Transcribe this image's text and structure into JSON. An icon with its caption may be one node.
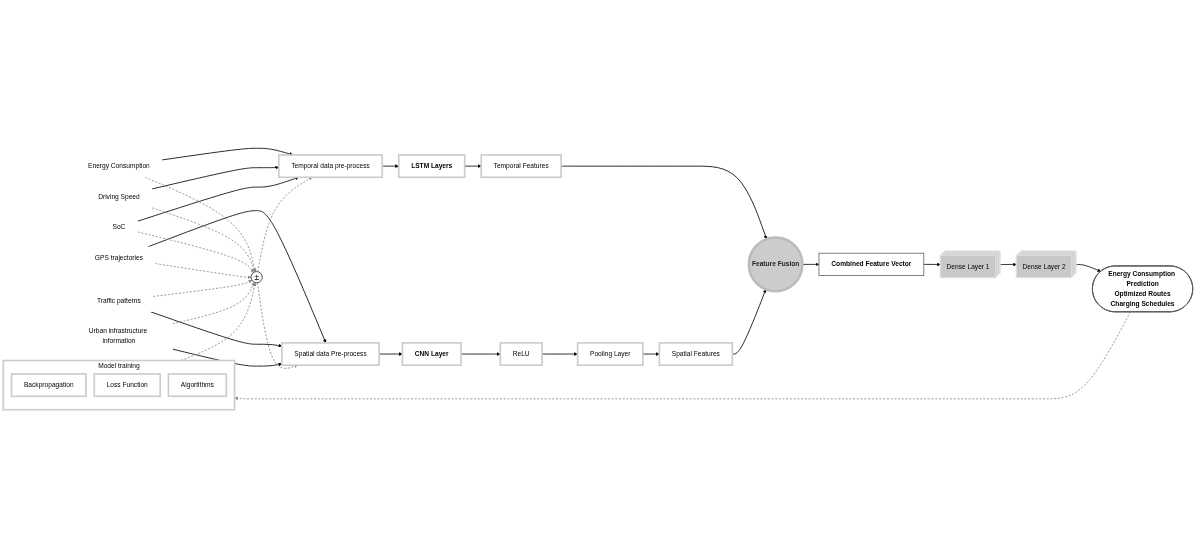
{
  "diagram": {
    "nodes": [
      {
        "text": [
          "Feature Fusion"
        ]
      },
      {
        "text": [
          "Combined Feature Vector"
        ]
      },
      {
        "text": [
          "Dense Layer 1"
        ]
      },
      {
        "text": [
          "Dense Layer 2"
        ]
      },
      {
        "text": [
          "Energy Consumption Prediction",
          "Optimized Routes",
          "Charging Schedules"
        ]
      },
      {
        "text": [
          "Model training"
        ]
      },
      {
        "text": [
          "Backpropagation"
        ],
        "in": 5
      },
      {
        "text": [
          "Loss Function"
        ],
        "in": 5
      },
      {
        "text": [
          "Algortithms"
        ],
        "in": 5
      },
      {
        "text": [
          "Temporal Features"
        ]
      },
      {
        "text": [
          "LSTM Layers"
        ]
      },
      {
        "text": [
          "Temporal data pre-process"
        ]
      },
      {
        "text": [
          "Energy Consumption"
        ]
      },
      {
        "text": [
          "Driving Speed"
        ]
      },
      {
        "text": [
          "SoC"
        ]
      },
      {
        "text": [
          "Spatial Features"
        ]
      },
      {
        "text": [
          "Pooling Layer"
        ]
      },
      {
        "text": [
          "ReLU"
        ]
      },
      {
        "text": [
          "CNN Layer"
        ]
      },
      {
        "text": [
          "Spatial data Pre-process"
        ]
      },
      {
        "text": [
          "GPS trajectories"
        ]
      },
      {
        "text": [
          "Traffic patterns"
        ]
      },
      {
        "text": [
          "Urban infrastructure information"
        ]
      },
      {
        "text": [
          "±"
        ]
      }
    ],
    "edges": [
      {
        "from": 0,
        "to": 1,
        "arrow": "to"
      },
      {
        "from": 1,
        "to": 2,
        "arrow": "to"
      },
      {
        "from": 2,
        "to": 3,
        "arrow": "to"
      },
      {
        "from": 3,
        "to": 4,
        "arrow": "to"
      },
      {
        "from": 4,
        "to": 5,
        "arrow": "to",
        "style": "dashed",
        "color": "#888888"
      },
      {
        "from": 5,
        "to": 23,
        "arrow": "to",
        "style": "dashed",
        "color": "#888888"
      },
      {
        "from": 12,
        "to": 11,
        "arrow": "to"
      },
      {
        "from": 13,
        "to": 11,
        "arrow": "to"
      },
      {
        "from": 14,
        "to": 11,
        "arrow": "to"
      },
      {
        "from": 11,
        "to": 10,
        "arrow": "to"
      },
      {
        "from": 10,
        "to": 9,
        "arrow": "to"
      },
      {
        "from": 9,
        "to": 0,
        "arrow": "to"
      },
      {
        "from": 20,
        "to": 19,
        "arrow": "to"
      },
      {
        "from": 21,
        "to": 19,
        "arrow": "to"
      },
      {
        "from": 22,
        "to": 19,
        "arrow": "to"
      },
      {
        "from": 19,
        "to": 18,
        "arrow": "to"
      },
      {
        "from": 18,
        "to": 17,
        "arrow": "to"
      },
      {
        "from": 17,
        "to": 16,
        "arrow": "to"
      },
      {
        "from": 16,
        "to": 15,
        "arrow": "to"
      },
      {
        "from": 15,
        "to": 0,
        "arrow": "to"
      },
      {
        "from": 12,
        "to": 23,
        "arrow": "to",
        "style": "dashed",
        "color": "#888888"
      },
      {
        "from": 13,
        "to": 23,
        "arrow": "to",
        "style": "dashed",
        "color": "#888888"
      },
      {
        "from": 14,
        "to": 23,
        "arrow": "to",
        "style": "dashed",
        "color": "#888888"
      },
      {
        "from": 20,
        "to": 23,
        "arrow": "to",
        "style": "dashed",
        "color": "#888888"
      },
      {
        "from": 21,
        "to": 23,
        "arrow": "to",
        "style": "dashed",
        "color": "#888888"
      },
      {
        "from": 22,
        "to": 23,
        "arrow": "to",
        "style": "dashed",
        "color": "#888888"
      },
      {
        "from": 23,
        "to": 11,
        "arrow": "to",
        "style": "dashed",
        "color": "#888888"
      },
      {
        "from": 23,
        "to": 19,
        "arrow": "to",
        "style": "dashed",
        "color": "#888888"
      }
    ]
  }
}
